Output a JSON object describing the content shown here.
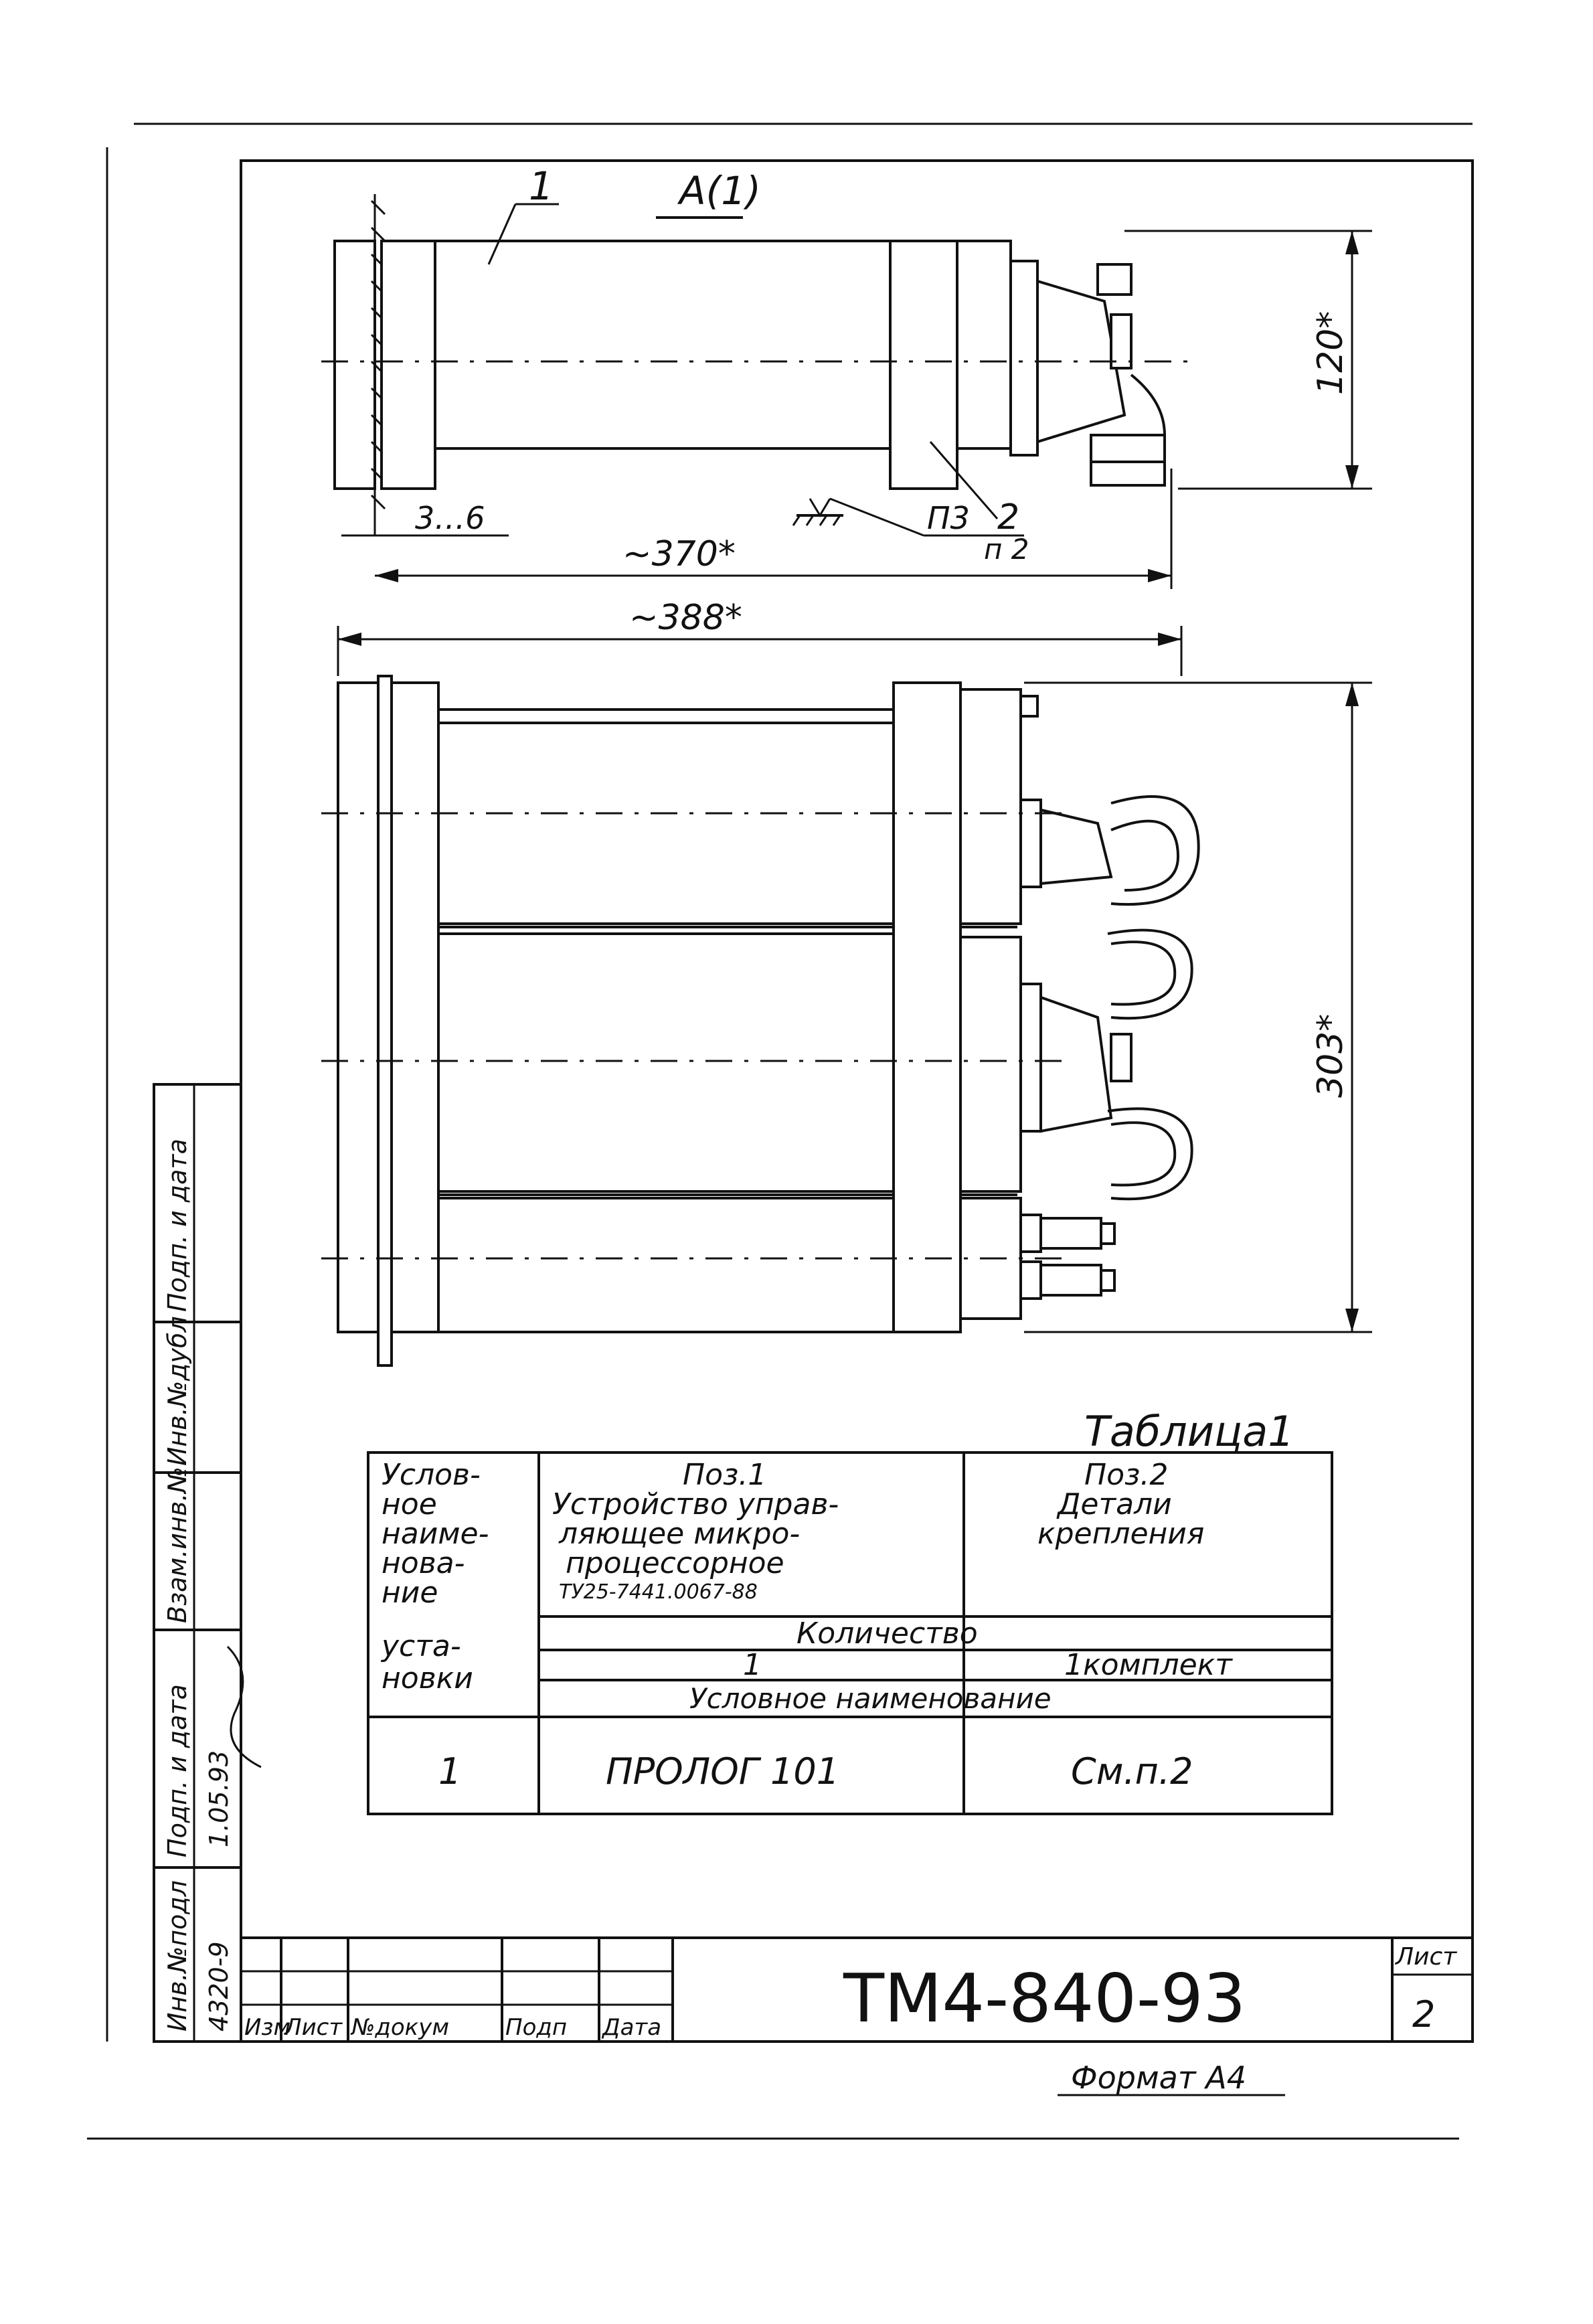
{
  "view_a": {
    "label": "A(1)",
    "pos1": "1",
    "pos2": "2",
    "pos2_note": "п 2",
    "ref_p3": "П3",
    "dim_gap": "3…6",
    "dim_length": "~370*",
    "dim_height": "120*"
  },
  "view_front": {
    "dim_width": "~388*",
    "dim_height": "303*"
  },
  "table": {
    "caption": "Таблица1",
    "head_left": [
      "Услов-",
      "ное",
      "наиме-",
      "нова-",
      "ние",
      "уста-",
      "новки"
    ],
    "pos1_title": "Поз.1",
    "pos1_desc": [
      "Устройство управ-",
      "ляющее микро-",
      "процессорное"
    ],
    "pos1_tu": "ТУ25-7441.0067-88",
    "pos2_title": "Поз.2",
    "pos2_desc": [
      "Детали",
      "крепления"
    ],
    "qty_header": "Количество",
    "qty_pos1": "1",
    "qty_pos2": "1комплект",
    "name_header": "Условное наименование",
    "row_num": "1",
    "row_pos1": "ПРОЛОГ 101",
    "row_pos2": "См.п.2"
  },
  "side_stamp": {
    "labels": [
      "Инв.№подл",
      "Подп. и дата",
      "Взам.инв.№",
      "Инв.№дубл",
      "Подп. и дата"
    ],
    "inv_value": "4320-9",
    "date_value": "1.05.93"
  },
  "title_block": {
    "columns": [
      "Изм",
      "Лист",
      "№докум",
      "Подп",
      "Дата"
    ],
    "doc_number": "ТМ4-840-93",
    "sheet_label": "Лист",
    "sheet_number": "2"
  },
  "format_label": "Формат А4"
}
